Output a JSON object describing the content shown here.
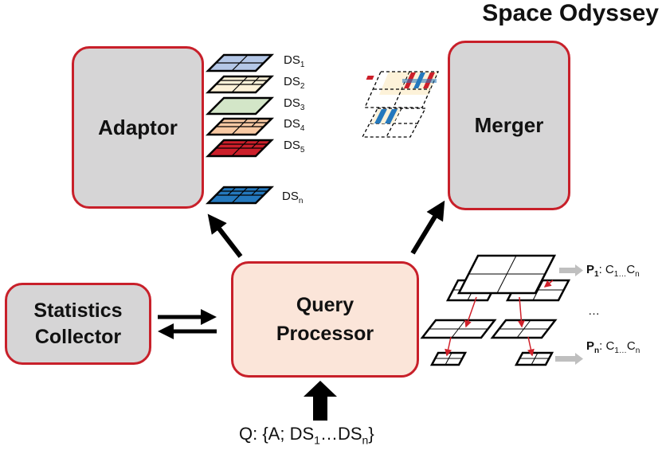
{
  "title": "Space Odyssey",
  "components": {
    "adaptor": "Adaptor",
    "merger": "Merger",
    "stats_line1": "Statistics",
    "stats_line2": "Collector",
    "qp_line1": "Query",
    "qp_line2": "Processor"
  },
  "datasets": [
    {
      "prefix": "DS",
      "sub": "1",
      "fill": "#b4c7e7"
    },
    {
      "prefix": "DS",
      "sub": "2",
      "fill": "#fdf2d9"
    },
    {
      "prefix": "DS",
      "sub": "3",
      "fill": "#d3e6c8"
    },
    {
      "prefix": "DS",
      "sub": "4",
      "fill": "#f8c9a3"
    },
    {
      "prefix": "DS",
      "sub": "5",
      "fill": "#cc1f2a"
    },
    {
      "prefix": "DS",
      "sub": "n",
      "fill": "#2478bd"
    }
  ],
  "partitions": {
    "first": {
      "p": "P",
      "psub": "1",
      "sep": ": ",
      "c": "C",
      "c1": "1",
      "dots": "…",
      "cn": "C",
      "cnsub": "n"
    },
    "ellipsis": "…",
    "last": {
      "p": "P",
      "psub": "n",
      "sep": ": ",
      "c": "C",
      "c1": "1",
      "dots": "…",
      "cn": "C",
      "cnsub": "n"
    }
  },
  "query": {
    "prefix": "Q: {A; DS",
    "sub1": "1",
    "mid": "…DS",
    "subn": "n",
    "suffix": "}"
  },
  "colors": {
    "border": "#c8202a",
    "box_gray": "#d6d5d6",
    "box_peach": "#fbe5d9",
    "arrow_red": "#d0202a",
    "arrow_gray": "#bfbfbf"
  }
}
